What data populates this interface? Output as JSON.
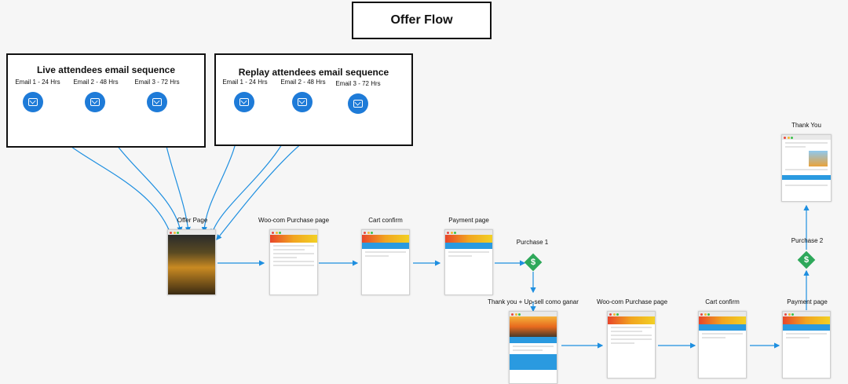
{
  "title": "Offer Flow",
  "live_sequence": {
    "title": "Live attendees email sequence",
    "emails": [
      "Email 1 - 24 Hrs",
      "Email 2 - 48 Hrs",
      "Email 3 - 72 Hrs"
    ]
  },
  "replay_sequence": {
    "title": "Replay attendees email sequence",
    "emails": [
      "Email 1 - 24 Hrs",
      "Email 2 - 48 Hrs",
      "Email 3 - 72 Hrs"
    ]
  },
  "nodes": {
    "offer": "Offer Page",
    "woo1": "Woo-com Purchase page",
    "cart1": "Cart confirm",
    "pay1": "Payment page",
    "purchase1": "Purchase 1",
    "thanks_upsell": "Thank you + Up-sell como ganar",
    "woo2": "Woo-com Purchase page",
    "cart2": "Cart confirm",
    "pay2": "Payment page",
    "purchase2": "Purchase 2",
    "thankyou": "Thank You"
  },
  "icons": {
    "email": "email-icon",
    "purchase": "dollar-icon"
  },
  "colors": {
    "accent": "#1e7bd8",
    "purchase": "#2ea85a"
  }
}
